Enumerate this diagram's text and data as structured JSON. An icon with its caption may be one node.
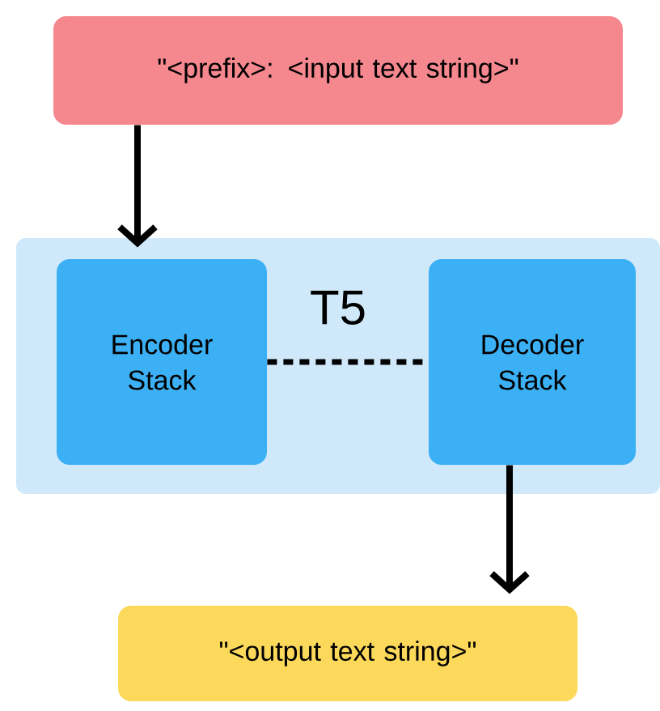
{
  "diagram": {
    "nodes": [
      {
        "text": [
          "\"<prefix>: <input text string>\""
        ]
      },
      {
        "text": [
          "T5"
        ]
      },
      {
        "text": [
          "Encoder Stack"
        ],
        "in": 1
      },
      {
        "text": [
          "Decoder Stack"
        ],
        "in": 1
      },
      {
        "text": [
          "\"<output text string>\""
        ]
      }
    ],
    "edges": [
      {
        "from": 0,
        "to": 2,
        "arrow": "to"
      },
      {
        "from": 2,
        "to": 3,
        "arrow": "none",
        "style": "dashed"
      },
      {
        "from": 3,
        "to": 4,
        "arrow": "to"
      }
    ]
  }
}
